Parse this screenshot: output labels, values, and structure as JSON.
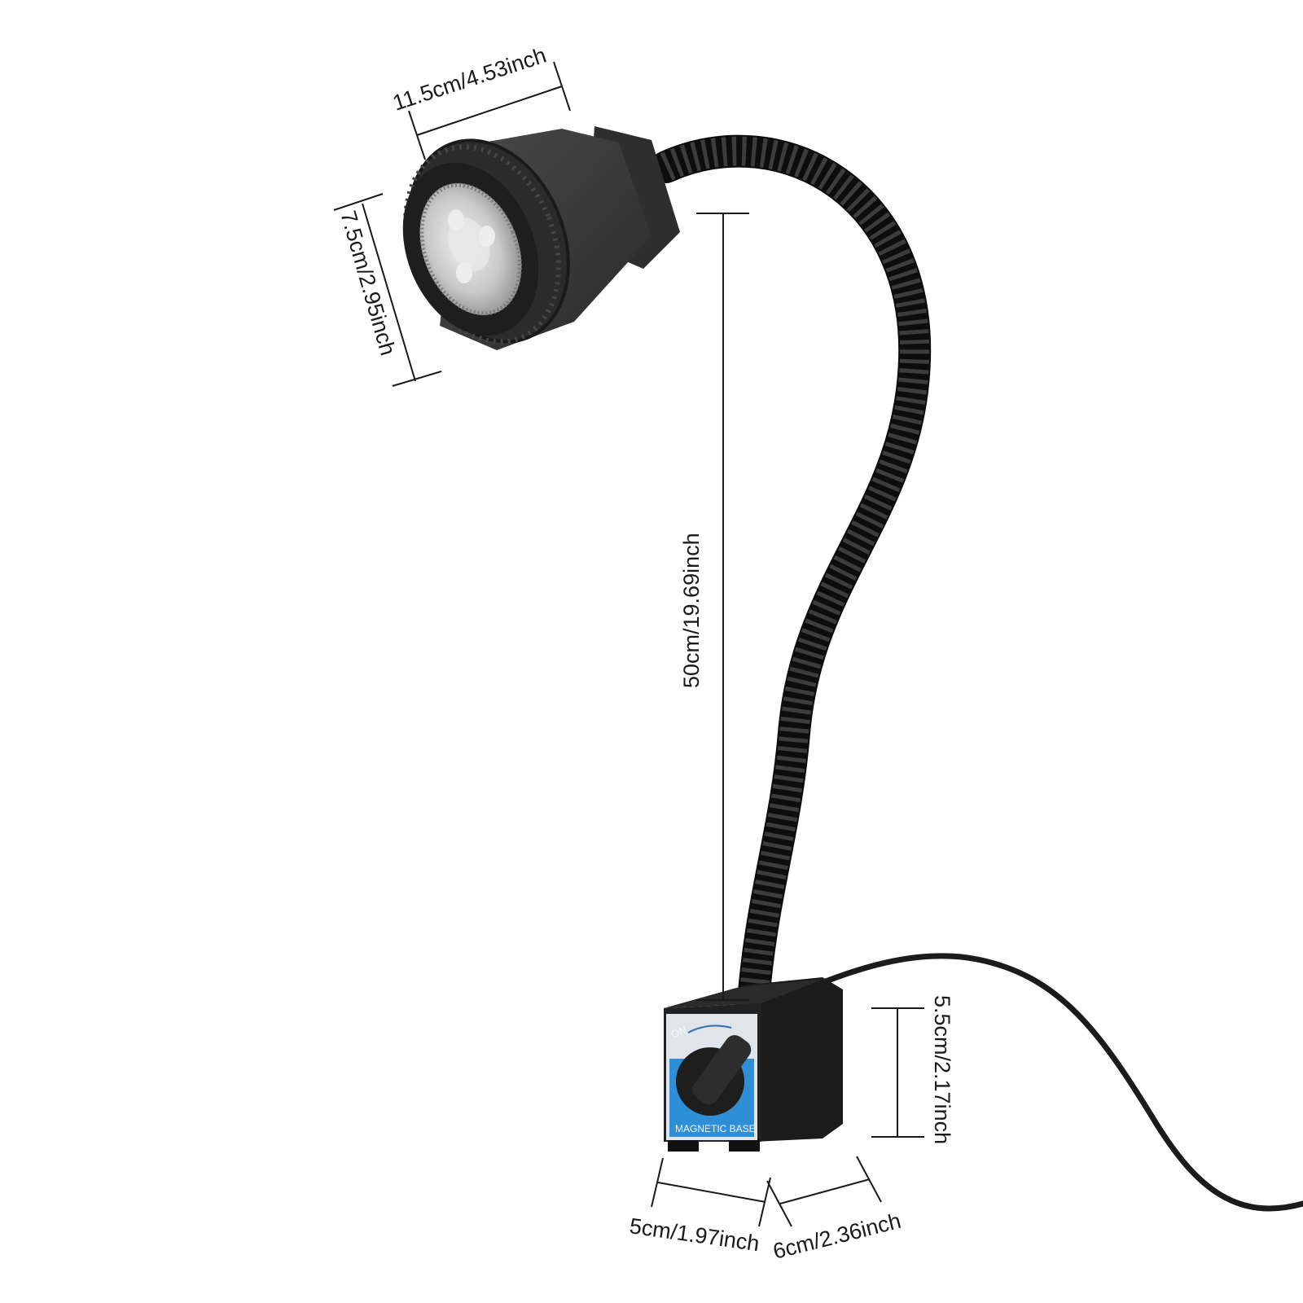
{
  "product": {
    "colors": {
      "body": "#3a3a3a",
      "hose": "#161616",
      "plate_blue": "#2f8fd6",
      "plate_silver": "#dfe5ea",
      "background": "#ffffff"
    },
    "plate": {
      "on_label": "ON",
      "brand_label": "MAGNETIC BASE"
    }
  },
  "dimensions": {
    "head_length": "11.5cm/4.53inch",
    "head_diameter": "7.5cm/2.95inch",
    "hose_length": "50cm/19.69inch",
    "base_height": "5.5cm/2.17inch",
    "base_width": "5cm/1.97inch",
    "base_depth": "6cm/2.36inch"
  }
}
